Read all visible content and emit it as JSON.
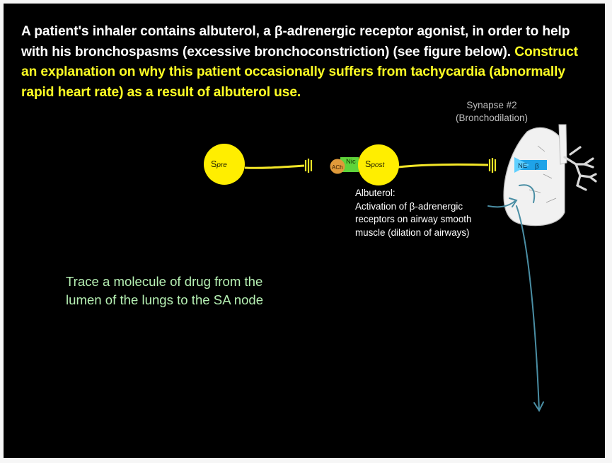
{
  "question": {
    "intro": "A patient's inhaler contains albuterol, a β-adrenergic receptor agonist, in order to help with his bronchospasms (excessive bronchoconstriction) (see figure below). ",
    "prompt": "Construct an explanation on why this patient occasionally suffers from tachycardia (abnormally rapid heart rate) as a result of albuterol use."
  },
  "synapse": {
    "line1": "Synapse #2",
    "line2": "(Bronchodilation)"
  },
  "neurons": {
    "pre_letter": "S",
    "pre_sub": "pre",
    "post_letter": "S",
    "post_sub": "post"
  },
  "labels": {
    "ach": "ACh",
    "nic": "Nic",
    "ne": "NE",
    "beta": "β"
  },
  "albuterol_note": {
    "line1": "Albuterol:",
    "line2": "Activation of β-adrenergic",
    "line3": "receptors on airway smooth",
    "line4": "muscle (dilation of airways)"
  },
  "trace": {
    "line1": "Trace a molecule of drug from the",
    "line2": "lumen of the lungs to the SA node"
  },
  "colors": {
    "background": "#000000",
    "highlight": "#ffff24",
    "neuron": "#ffee00",
    "trace_text": "#b6f0b3",
    "arrow": "#4a8ea4",
    "ach": "#e09a3a",
    "nic": "#5fd33a",
    "ne_receptor": "#1fa3e8"
  }
}
